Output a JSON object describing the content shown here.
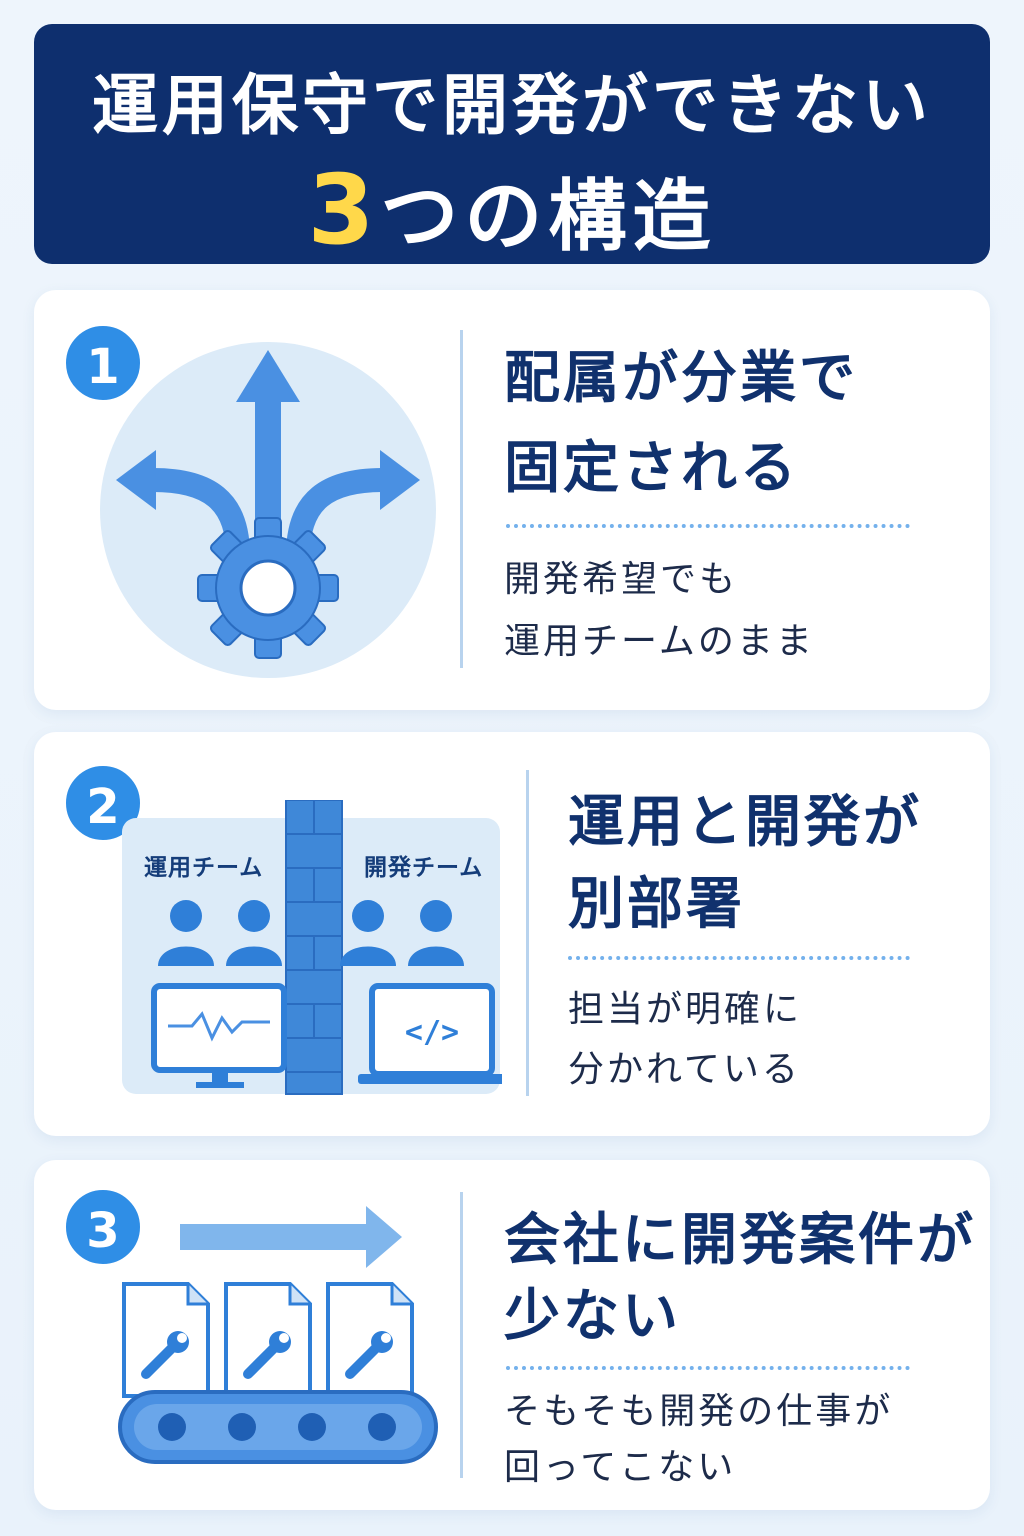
{
  "header": {
    "line1": "運用保守で開発ができない",
    "number": "3",
    "line2_rest": "つの構造"
  },
  "colors": {
    "navy": "#0e2f6e",
    "accent_yellow": "#ffd84a",
    "blue": "#2f8ee6",
    "icon_blue": "#4a90e2"
  },
  "cards": [
    {
      "number": "1",
      "title_line1": "配属が分業で",
      "title_line2": "固定される",
      "sub_line1": "開発希望でも",
      "sub_line2": "運用チームのまま",
      "icon": "branching-arrows-gear-icon"
    },
    {
      "number": "2",
      "title_line1": "運用と開発が",
      "title_line2": "別部署",
      "sub_line1": "担当が明確に",
      "sub_line2": "分かれている",
      "icon": "team-wall-icon",
      "left_team_label": "運用チーム",
      "right_team_label": "開発チーム"
    },
    {
      "number": "3",
      "title_line1": "会社に開発案件が",
      "title_line2": "少ない",
      "sub_line1": "そもそも開発の仕事が",
      "sub_line2": "回ってこない",
      "icon": "conveyor-documents-icon"
    }
  ]
}
